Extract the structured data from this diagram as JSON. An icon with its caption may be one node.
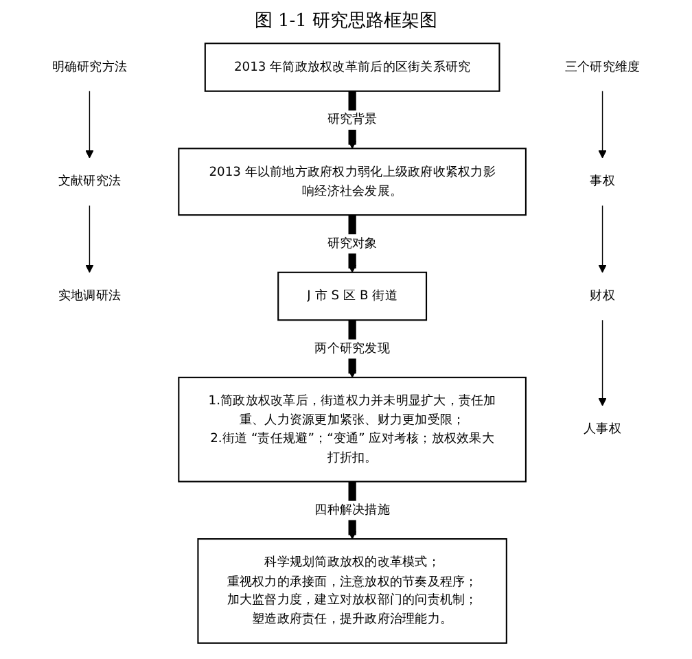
{
  "diagram": {
    "title": "图 1-1 研究思路框架图",
    "nodes": [
      {
        "text": [
          "明确研究方法"
        ]
      },
      {
        "text": [
          "文献研究法"
        ]
      },
      {
        "text": [
          "实地调研法"
        ]
      },
      {
        "text": [
          "2013 年简政放权改革前后的区街关系研究"
        ]
      },
      {
        "text": [
          "2013 年以前地方政府权力弱化上级政府收紧权力影响经济社会发展。"
        ]
      },
      {
        "text": [
          "J 市 S 区 B 街道"
        ]
      },
      {
        "text": [
          "1.简政放权改革后，街道权力并未明显扩大，责任加重、人力资源更加紧张、财力更加受限；",
          "2.街道 “责任规避”；“变通” 应对考核；放权效果大打折扣。"
        ]
      },
      {
        "text": [
          "科学规划简政放权的改革模式；",
          "重视权力的承接面，注意放权的节奏及程序；",
          "加大监督力度，建立对放权部门的问责机制；",
          "塑造政府责任，提升政府治理能力。"
        ]
      },
      {
        "text": [
          "三个研究维度"
        ]
      },
      {
        "text": [
          "事权"
        ]
      },
      {
        "text": [
          "财权"
        ]
      },
      {
        "text": [
          "人事权"
        ]
      }
    ],
    "edges": [
      {
        "from": 0,
        "to": 1,
        "arrow": "to"
      },
      {
        "from": 1,
        "to": 2,
        "arrow": "to"
      },
      {
        "from": 3,
        "to": 4,
        "arrow": "to",
        "label": "研究背景",
        "style": "thick"
      },
      {
        "from": 4,
        "to": 5,
        "arrow": "to",
        "label": "研究对象",
        "style": "thick"
      },
      {
        "from": 5,
        "to": 6,
        "arrow": "to",
        "label": "两个研究发现",
        "style": "thick"
      },
      {
        "from": 6,
        "to": 7,
        "arrow": "to",
        "label": "四种解决措施",
        "style": "thick"
      },
      {
        "from": 8,
        "to": 9,
        "arrow": "to"
      },
      {
        "from": 9,
        "to": 10,
        "arrow": "to"
      },
      {
        "from": 10,
        "to": 11,
        "arrow": "to"
      }
    ]
  }
}
